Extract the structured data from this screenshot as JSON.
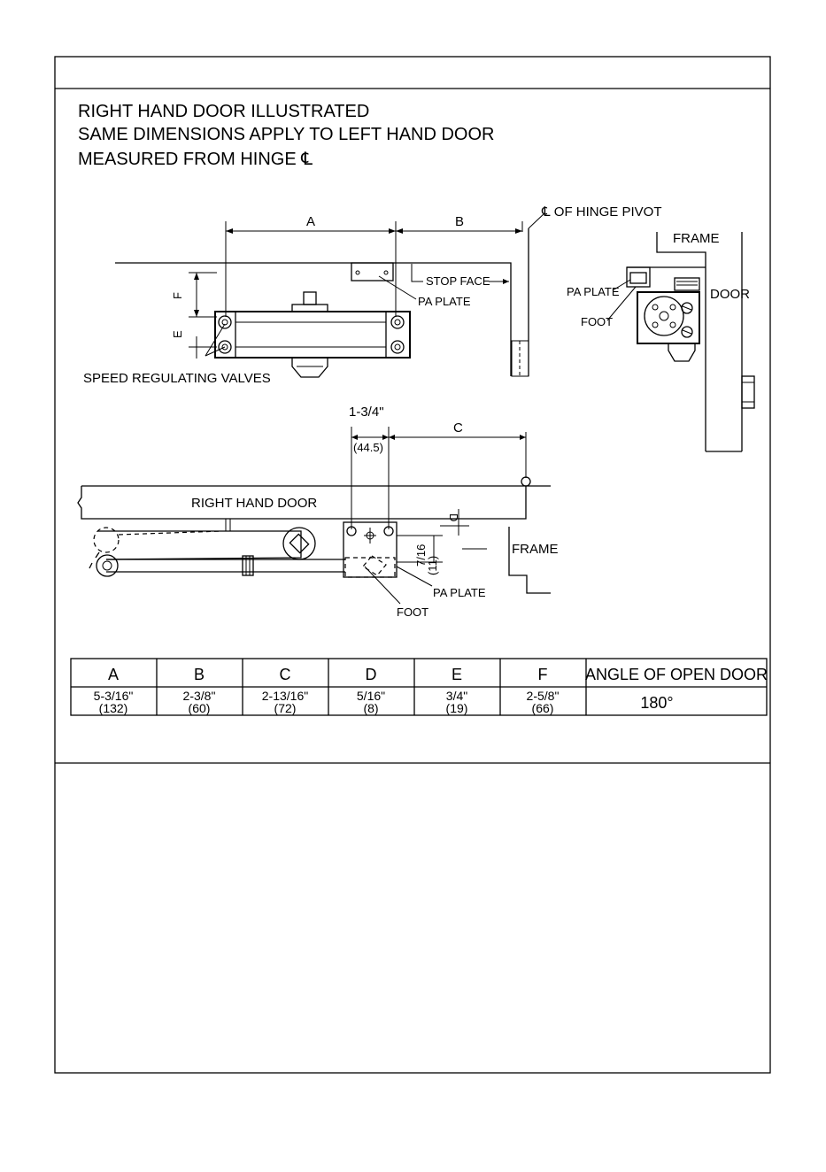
{
  "notes": {
    "line1": "RIGHT HAND DOOR ILLUSTRATED",
    "line2": "SAME DIMENSIONS APPLY TO LEFT HAND DOOR",
    "line3": "MEASURED FROM HINGE ℄"
  },
  "top_view": {
    "dim_a": "A",
    "dim_b": "B",
    "dim_e": "E",
    "dim_f": "F",
    "hinge_pivot": "℄ OF HINGE PIVOT",
    "stop_face": "STOP FACE",
    "pa_plate": "PA PLATE",
    "speed_valves": "SPEED REGULATING VALVES"
  },
  "side_view": {
    "frame": "FRAME",
    "door": "DOOR",
    "pa_plate": "PA PLATE",
    "foot": "FOOT"
  },
  "arm_view": {
    "dim_top": "1-3/4\"",
    "dim_top_mm": "(44.5)",
    "dim_c": "C",
    "dim_d": "D",
    "dim_716": "7/16",
    "dim_716_mm": "(11)",
    "right_hand_door": "RIGHT HAND DOOR",
    "frame": "FRAME",
    "pa_plate": "PA PLATE",
    "foot": "FOOT"
  },
  "table": {
    "headers": [
      "A",
      "B",
      "C",
      "D",
      "E",
      "F",
      "ANGLE OF OPEN DOOR"
    ],
    "values": [
      {
        "in": "5-3/16\"",
        "mm": "(132)"
      },
      {
        "in": "2-3/8\"",
        "mm": "(60)"
      },
      {
        "in": "2-13/16\"",
        "mm": "(72)"
      },
      {
        "in": "5/16\"",
        "mm": "(8)"
      },
      {
        "in": "3/4\"",
        "mm": "(19)"
      },
      {
        "in": "2-5/8\"",
        "mm": "(66)"
      }
    ],
    "angle": "180°"
  }
}
